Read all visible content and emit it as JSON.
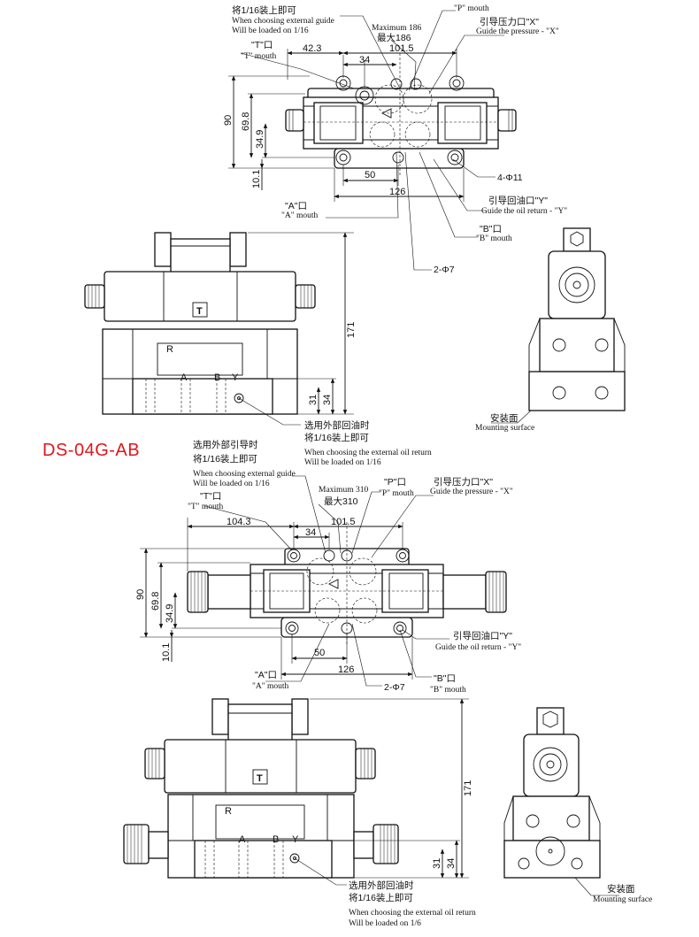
{
  "model_label": "DS-04G-AB",
  "top_section": {
    "guide_cn_partial": "将1/16装上即可",
    "guide_en_1": "When choosing external guide",
    "guide_en_2": "Will be loaded on 1/16",
    "max_en": "Maximum 186",
    "max_cn": "最大186",
    "p_mouth_en": "\"P\" mouth",
    "x_cn": "引导压力口\"X\"",
    "x_en": "Guide the pressure - \"X\"",
    "t_cn": "\"T\"口",
    "t_en": "\"T\" mouth",
    "dims": {
      "d42_3": "42.3",
      "d34": "34",
      "d101_5": "101.5",
      "d90": "90",
      "d69_8": "69.8",
      "d34_9": "34.9",
      "d10_1": "10.1",
      "d50": "50",
      "d126": "126"
    },
    "hole_4": "4-Φ11",
    "y_cn": "引导回油口\"Y\"",
    "y_en": "Guide the oil return - \"Y\"",
    "a_cn": "\"A\"口",
    "a_en": "\"A\" mouth",
    "b_cn": "\"B\"口",
    "b_en": "\"B\" mouth",
    "hole_2": "2-Φ7"
  },
  "front_1": {
    "d171": "171",
    "d31": "31",
    "d34": "34",
    "r": "R",
    "a": "A",
    "b": "B",
    "y": "Y",
    "t": "T",
    "oil_cn_1": "选用外部回油时",
    "oil_cn_2": "将1/16装上即可",
    "oil_en_1": "When choosing the external oil return",
    "oil_en_2": "Will be loaded on 1/16",
    "mount_cn": "安装面",
    "mount_en": "Mounting surface"
  },
  "second_top": {
    "guide_cn_1": "选用外部引导时",
    "guide_cn_2": "将1/16装上即可",
    "guide_en_1": "When choosing external guide",
    "guide_en_2": "Will be loaded on 1/16",
    "max_en": "Maximum 310",
    "max_cn": "最大310",
    "p_cn": "\"P\"口",
    "p_en": "\"P\" mouth",
    "x_cn": "引导压力口\"X\"",
    "x_en": "Guide the pressure - \"X\"",
    "t_cn": "\"T\"口",
    "t_en": "\"T\" mouth",
    "dims": {
      "d104_3": "104.3",
      "d34": "34",
      "d101_5": "101.5",
      "d90": "90",
      "d69_8": "69.8",
      "d34_9": "34.9",
      "d10_1": "10.1",
      "d50": "50",
      "d126": "126"
    },
    "y_cn": "引导回油口\"Y\"",
    "y_en": "Guide the oil return - \"Y\"",
    "a_cn": "\"A\"口",
    "a_en": "\"A\" mouth",
    "hole_2": "2-Φ7",
    "b_cn": "\"B\"口",
    "b_en": "\"B\" mouth"
  },
  "front_2": {
    "d171": "171",
    "d31": "31",
    "d34": "34",
    "r": "R",
    "a": "A",
    "b": "B",
    "y": "Y",
    "t": "T",
    "oil_cn_1": "选用外部回油时",
    "oil_cn_2": "将1/16装上即可",
    "oil_en_1": "When choosing the external oil return",
    "oil_en_2": "Will be loaded on 1/6",
    "mount_cn": "安装面",
    "mount_en": "Mounting surface"
  }
}
